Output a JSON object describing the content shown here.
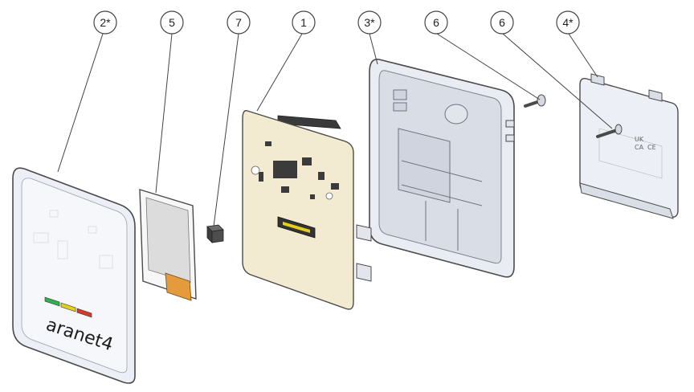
{
  "callouts": [
    {
      "label": "2*"
    },
    {
      "label": "5"
    },
    {
      "label": "7"
    },
    {
      "label": "1"
    },
    {
      "label": "3*"
    },
    {
      "label": "6"
    },
    {
      "label": "6"
    },
    {
      "label": "4*"
    }
  ],
  "front_cover": {
    "brand": "aranet4",
    "indicator_colors": [
      "#2bb24c",
      "#e6cf1c",
      "#d83a2a"
    ]
  },
  "back_cover": {
    "marks": [
      "UK",
      "CA",
      "CE"
    ]
  },
  "colors": {
    "line": "#444444",
    "plastic": "#e9ecf2",
    "pcb": "#f3ead2",
    "flex": "#e59a3c"
  }
}
